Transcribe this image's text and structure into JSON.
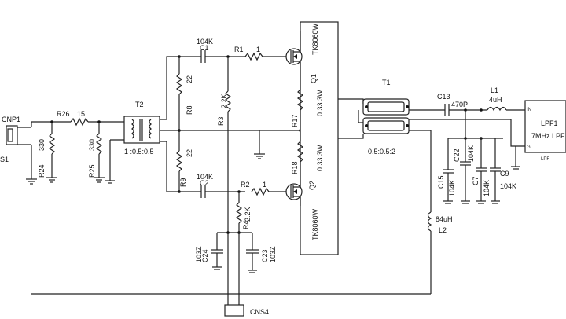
{
  "labels": {
    "cnp1": "CNP1",
    "s1": "S1",
    "r26": "R26",
    "r26_val": "15",
    "r24": "R24",
    "r24_val": "330",
    "r25": "R25",
    "r25_val": "330",
    "t2": "T2",
    "t2_ratio": "1 :0.5:0.5",
    "c1": "C1",
    "c1_val": "104K",
    "c2": "C2",
    "c2_val": "104K",
    "r1": "R1",
    "r1_val": "1",
    "r2": "R2",
    "r2_val": "1",
    "r8": "R8",
    "r8_val": "22",
    "r9": "R9",
    "r9_val": "22",
    "r3": "R3",
    "r3_val": "2.2K",
    "r4": "R4",
    "r4_val": "2.2K",
    "q1": "Q1",
    "q2": "Q2",
    "q1_part": "TK8060W",
    "q2_part": "TK8060W",
    "r17": "R17",
    "r17_val": "0.33 3W",
    "r18": "R18",
    "r18_val": "0.33 3W",
    "c24": "C24",
    "c24_val": "103Z",
    "c23": "C23",
    "c23_val": "103Z",
    "cns4": "CNS4",
    "t1": "T1",
    "t1_ratio": "0.5:0.5:2",
    "c13": "C13",
    "c13_val": "470P",
    "l1": "L1",
    "l1_val": "4uH",
    "c22": "C22",
    "c22_val": "104K",
    "c15": "C15",
    "c15_val": "104K",
    "c7": "C7",
    "c7_val": "104K",
    "c9": "C9",
    "c9_val": "104K",
    "l2": "L2",
    "l2_val": "84uH",
    "lpf1": "LPF1",
    "lpf1_desc": "7MHz  LPF",
    "lpf_tag": "LPF",
    "pin_in": "IN",
    "pin_gi": "GI"
  }
}
